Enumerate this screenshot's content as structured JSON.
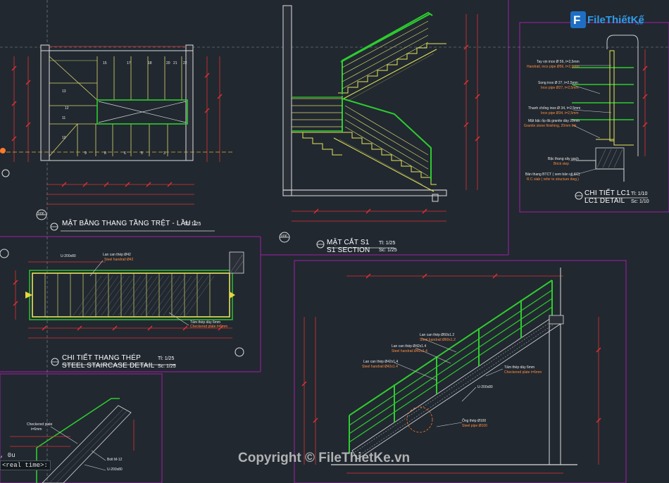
{
  "drawing": {
    "plan": {
      "title": "MẶT BẰNG THANG TẦNG TRỆT - LẦU 1",
      "scale": "Tl: 1/25",
      "bubble": "1/06",
      "step_numbers": [
        "15",
        "17",
        "18",
        "20",
        "21",
        "22",
        "13",
        "12",
        "11",
        "10",
        "9",
        "8",
        "6",
        "5",
        "3"
      ]
    },
    "section": {
      "title_vn": "MẶT CẮT S1",
      "title_en": "S1 SECTION",
      "scale_vn": "Tl: 1/25",
      "scale_en": "Sc: 1/25",
      "bubble": "1/06"
    },
    "lc1": {
      "title_vn": "CHI TIẾT LC1",
      "title_en": "LC1 DETAIL",
      "scale_vn": "Tl: 1/10",
      "scale_en": "Sc: 1/10",
      "notes": [
        {
          "vn": "Tay vịn inox Ø 56, t=2,5mm",
          "en": "Handrail, inox pipe Ø56, t=2,5mm"
        },
        {
          "vn": "Song inox Ø 27, t=2,5mm",
          "en": "Inox pipe Ø27, t=2,5mm"
        },
        {
          "vn": "Thanh chống inox Ø 34, t=2,5mm",
          "en": "Inox pipe Ø34, t=2,5mm"
        },
        {
          "vn": "Mặt bậc ốp đá granite dày 20mm",
          "en": "Granite stone finishing, 20mm thk"
        },
        {
          "vn": "Bậc thang xây gạch",
          "en": "Brick step"
        },
        {
          "vn": "Bản thang BTCT ( xem bản vẽ KC)",
          "en": "R.C slab ( refer to structure dwg.)"
        }
      ]
    },
    "steel_detail": {
      "title_vn": "CHI TIẾT THANG THÉP",
      "title_en": "STEEL STAIRCASE DETAIL",
      "scale_vn": "Tl: 1/25",
      "scale_en": "Sc: 1/25",
      "notes": [
        {
          "vn": "Lan can thép Ø42",
          "en": "Steel handrail Ø42"
        },
        {
          "vn": "U-200x80",
          "en": ""
        },
        {
          "vn": "Tấm thép dày 6mm",
          "en": "Checkered plate t=6mm"
        }
      ]
    },
    "railing_section": {
      "notes": [
        {
          "vn": "Lan can thép Ø60x1.2",
          "en": "Steel handrail Ø60x1.2"
        },
        {
          "vn": "Lan can thép Ø42x1.4",
          "en": "Steel handrail Ø42x1.4"
        },
        {
          "vn": "Lan can thép Ø42x1.4",
          "en": "Steel handrail Ø42x1.4"
        },
        {
          "vn": "Tấm thép dày 6mm",
          "en": "Checkered plate t=6mm"
        },
        {
          "vn": "U-200x80",
          "en": ""
        },
        {
          "vn": "Ống thép Ø100",
          "en": "Steel pipe Ø100"
        }
      ]
    },
    "corner_detail": {
      "notes": [
        {
          "vn": "Checkered plate",
          "en": "t=6mm"
        },
        {
          "vn": "Bolt M-12",
          "en": ""
        },
        {
          "vn": "U-200x80",
          "en": ""
        }
      ]
    }
  },
  "brand": {
    "logo_main": "FileThiếtKế",
    "logo_sub": ".vn",
    "copyright": "Copyright © FileThietKe.vn"
  },
  "command_line": {
    "top_text": ", 0u",
    "prompt": "<real time>:"
  },
  "colors": {
    "background": "#212830",
    "frame_magenta": "#a21ea8",
    "dimension_red": "#e23030",
    "railing_green": "#2ecc2e",
    "stair_yellow": "#e6e65a",
    "label_orange": "#ff7a2a"
  }
}
